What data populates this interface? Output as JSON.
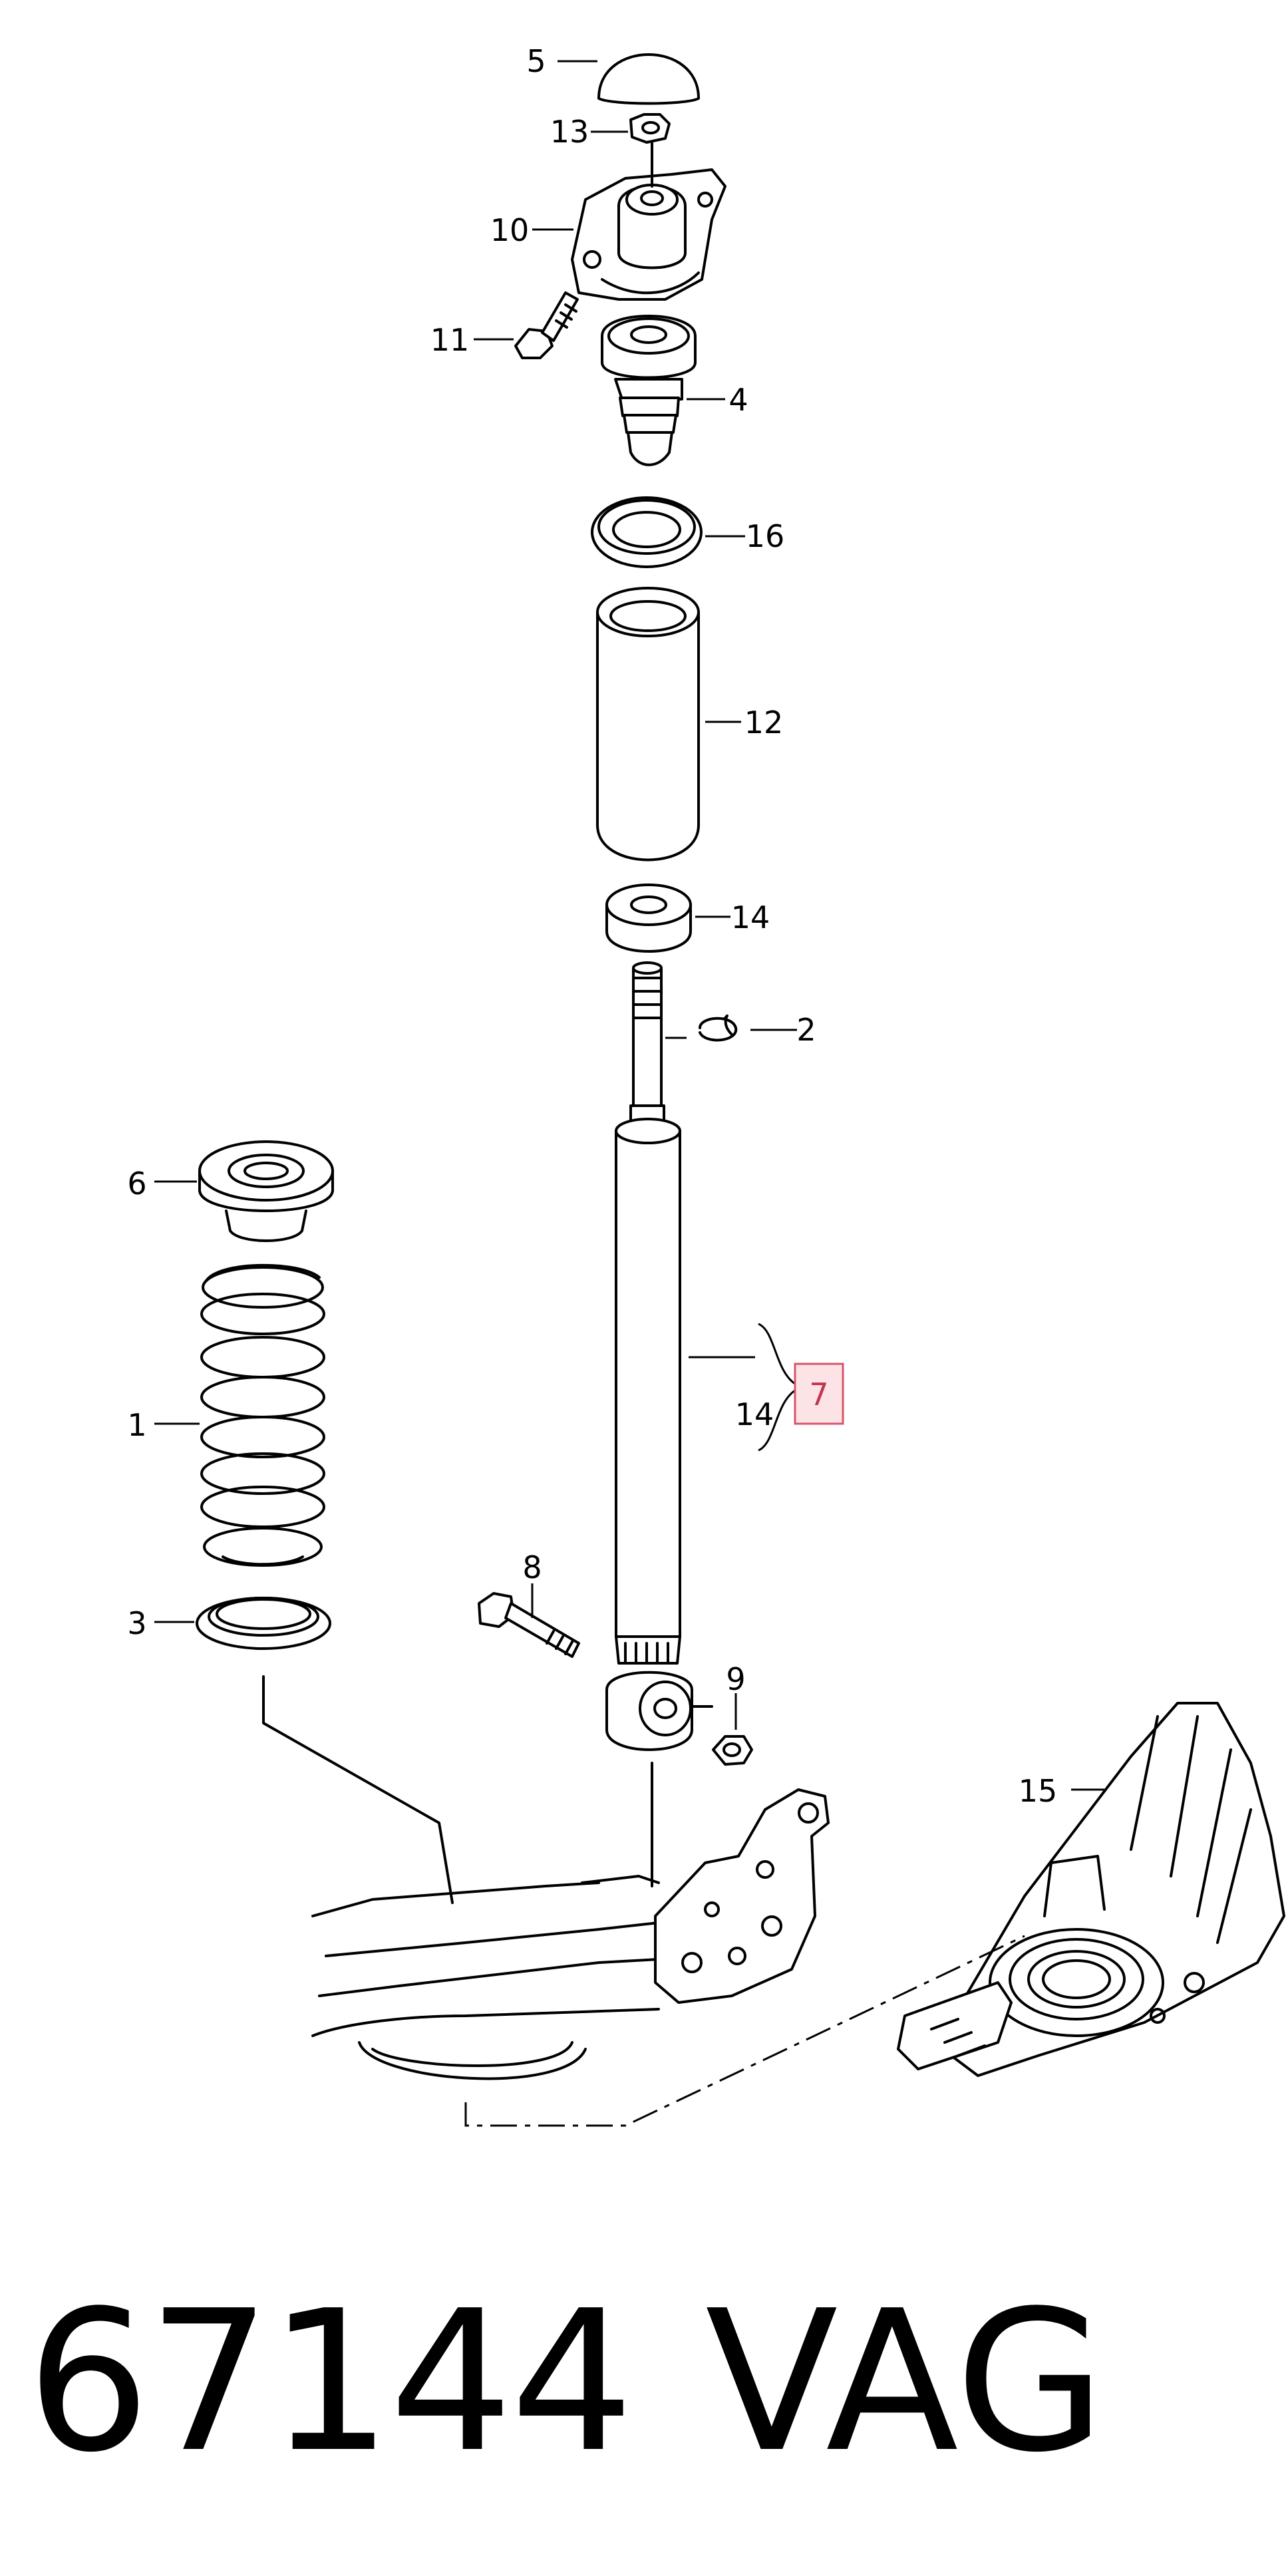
{
  "callouts": {
    "p1": "1",
    "p2": "2",
    "p3": "3",
    "p4": "4",
    "p5": "5",
    "p6": "6",
    "p7": "7",
    "p8": "8",
    "p9": "9",
    "p10": "10",
    "p11": "11",
    "p12": "12",
    "p13": "13",
    "p14_bumper": "14",
    "p14_damper": "14",
    "p15": "15",
    "p16": "16"
  },
  "caption": {
    "code": "67144",
    "brand": "VAG"
  },
  "colors": {
    "line": "#000000",
    "highlight_fill": "#fbe3e6",
    "highlight_stroke": "#d9536a",
    "highlight_text": "#c2344f"
  }
}
